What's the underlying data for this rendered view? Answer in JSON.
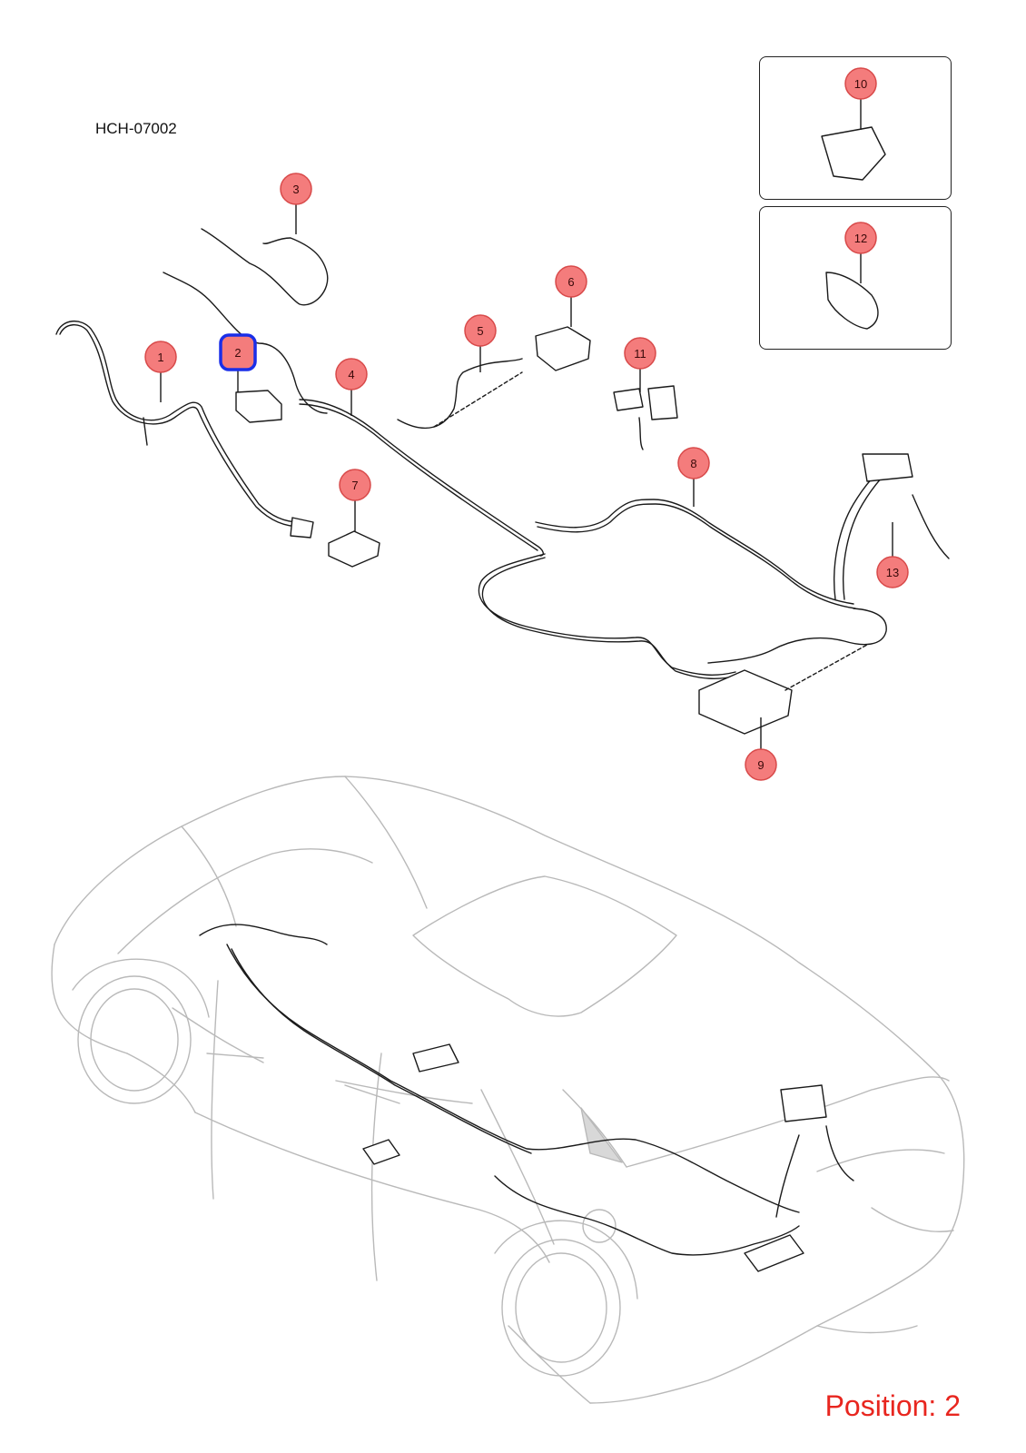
{
  "diagram": {
    "code": "HCH-07002",
    "position_label": "Position: 2",
    "selected_callout": "2",
    "callouts": [
      {
        "id": "1",
        "label": "1"
      },
      {
        "id": "2",
        "label": "2"
      },
      {
        "id": "3",
        "label": "3"
      },
      {
        "id": "4",
        "label": "4"
      },
      {
        "id": "5",
        "label": "5"
      },
      {
        "id": "6",
        "label": "6"
      },
      {
        "id": "7",
        "label": "7"
      },
      {
        "id": "8",
        "label": "8"
      },
      {
        "id": "9",
        "label": "9"
      },
      {
        "id": "10",
        "label": "10"
      },
      {
        "id": "11",
        "label": "11"
      },
      {
        "id": "12",
        "label": "12"
      },
      {
        "id": "13",
        "label": "13"
      }
    ]
  },
  "colors": {
    "callout_fill": "#f47c7c",
    "callout_stroke": "#d84a4a",
    "selected_outline": "#1a2ee8",
    "position_text": "#e8261f",
    "car_outline": "#b9b9b9",
    "harness": "#1a1a1a"
  }
}
